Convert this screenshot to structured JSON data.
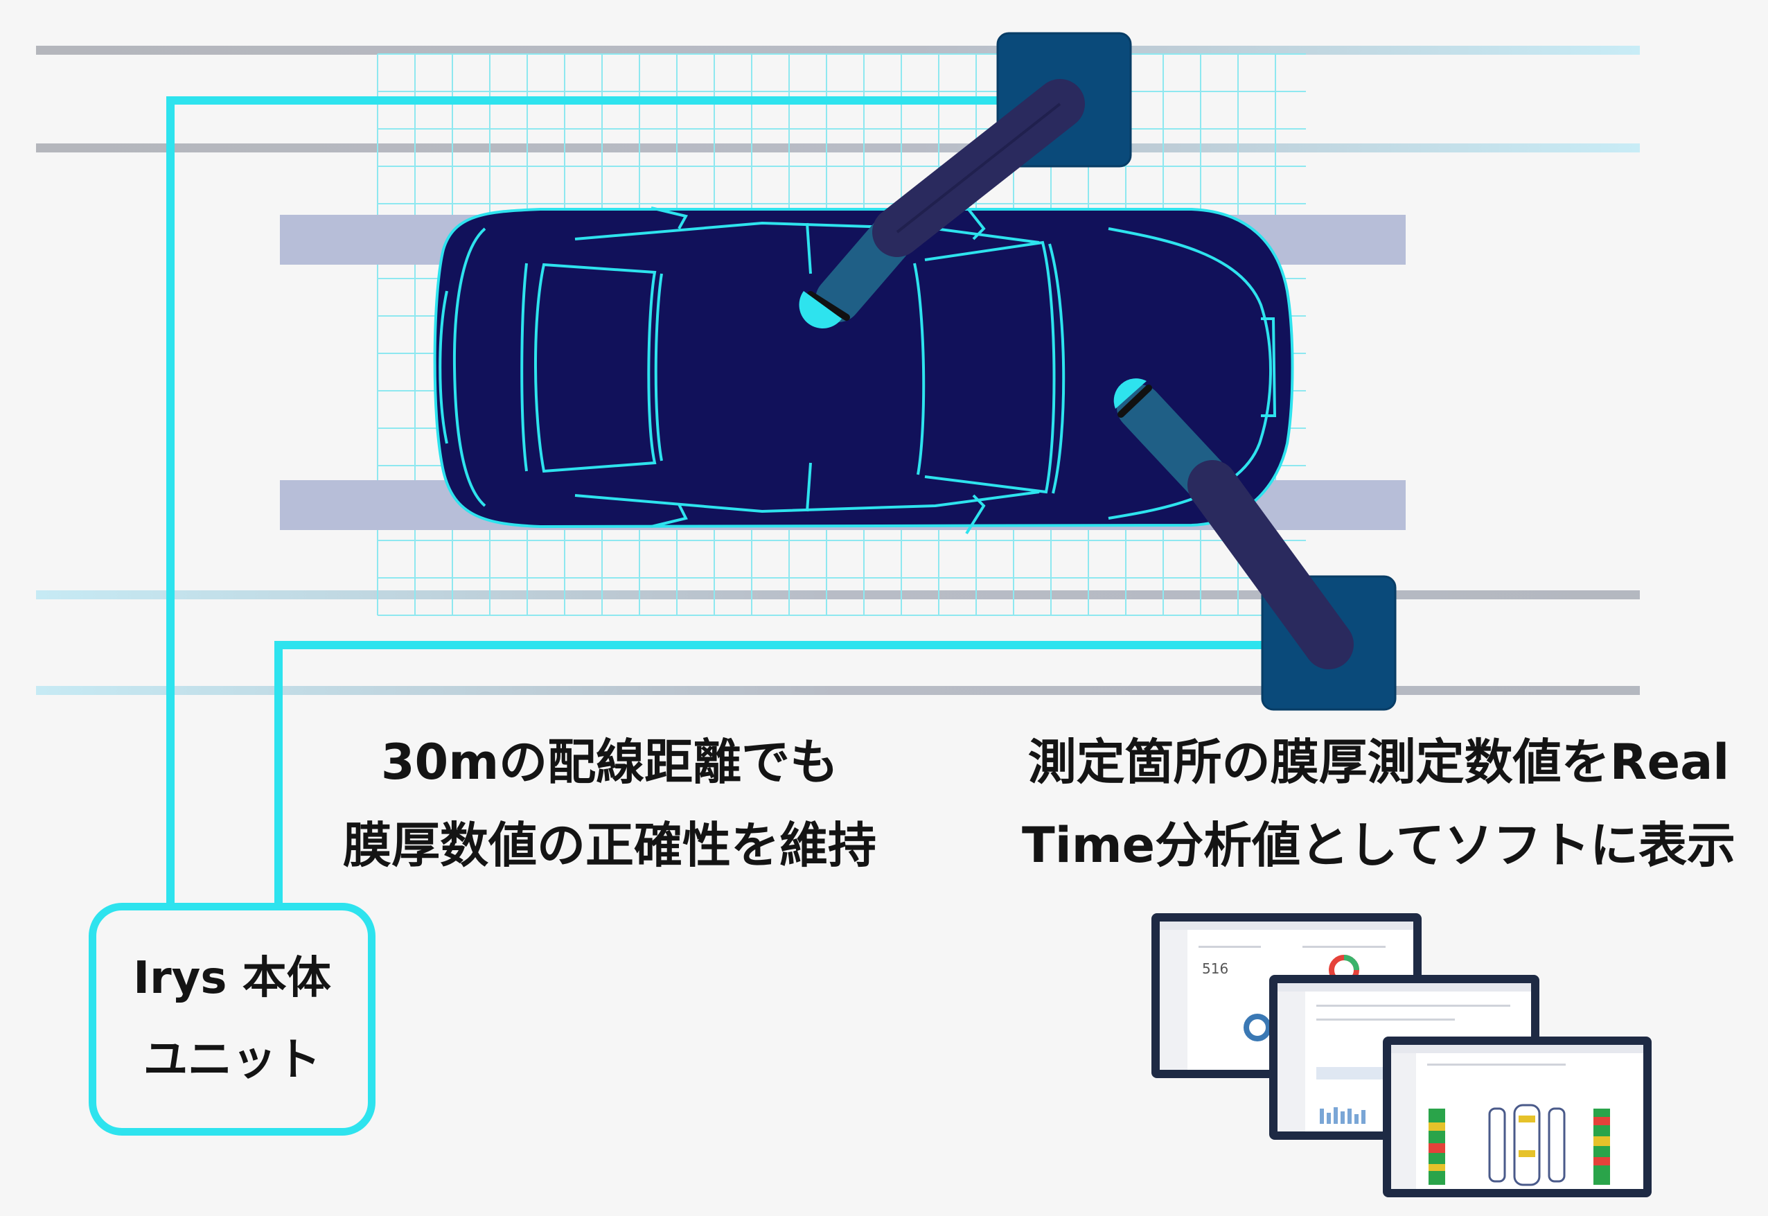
{
  "captions": {
    "left": {
      "line1": "30mの配線距離でも",
      "line2": "膜厚数値の正確性を維持"
    },
    "right": {
      "line1": "測定箇所の膜厚測定数値をReal",
      "line2": "Time分析値としてソフトに表示"
    }
  },
  "unit": {
    "line1": "Irys 本体",
    "line2": "ユニット"
  },
  "screens": {
    "dashboard_value": "516"
  },
  "colors": {
    "background": "#f6f6f6",
    "cable": "#2ee3ee",
    "grid": "#8ee8f0",
    "rail": "#b0b4c0",
    "track": "#b7bed8",
    "car_body": "#11115a",
    "car_outline": "#2ee3ee",
    "robot_base": "#0a4a7a",
    "robot_arm": "#2a2a5e",
    "robot_arm_sleeve": "#1f5f86",
    "monitor_frame": "#1e2a44"
  },
  "icons": {
    "car": "car-top-view-icon",
    "robot": "robot-arm-icon",
    "sensor": "sensor-head-icon",
    "monitor": "monitor-screen-icon"
  }
}
